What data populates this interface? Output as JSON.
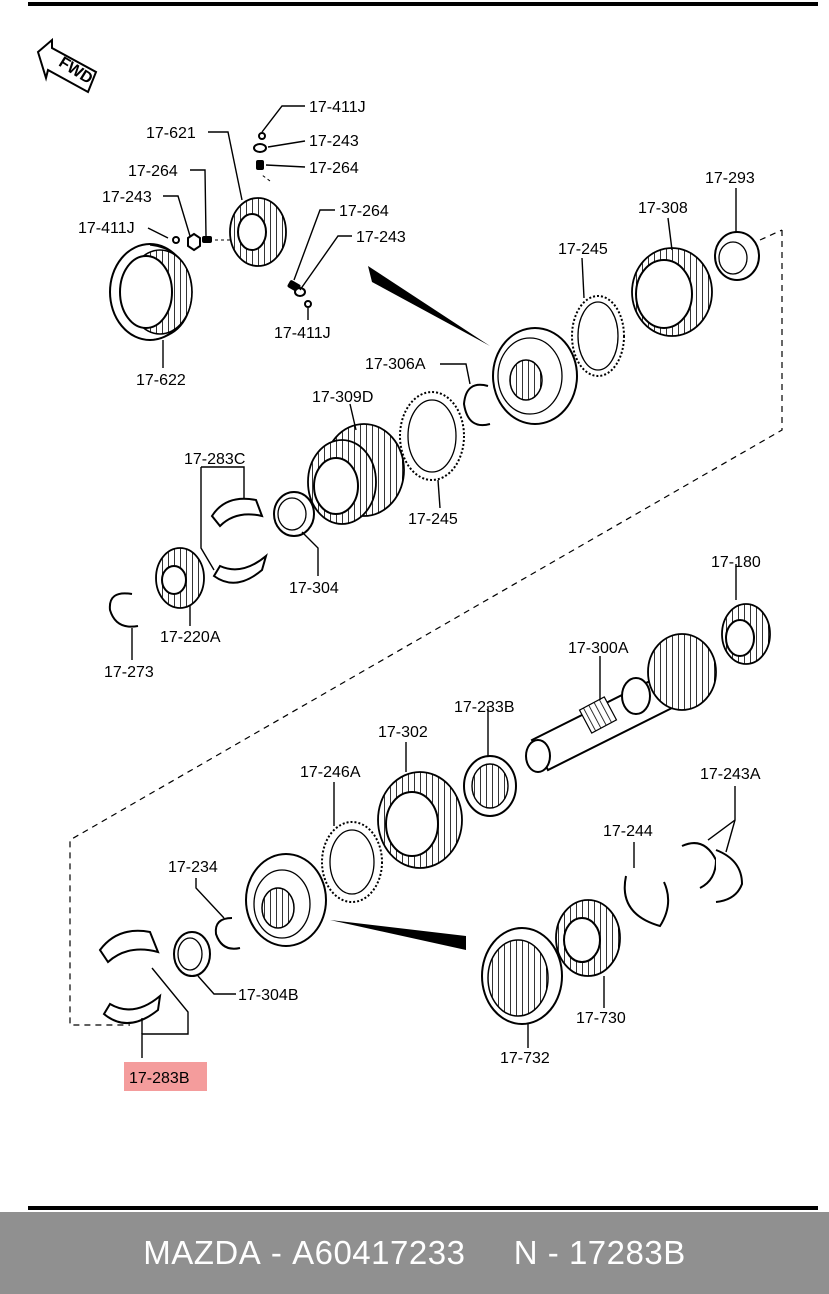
{
  "fwd_label": "FWD",
  "highlight_color": "#f28b8b",
  "parts": {
    "p_411j_top": "17-411J",
    "p_243_top": "17-243",
    "p_264_top": "17-264",
    "p_621": "17-621",
    "p_264_left": "17-264",
    "p_243_left": "17-243",
    "p_411j_left": "17-411J",
    "p_264_mid": "17-264",
    "p_243_mid": "17-243",
    "p_411j_bottom": "17-411J",
    "p_622": "17-622",
    "p_293": "17-293",
    "p_308": "17-308",
    "p_245_top": "17-245",
    "p_306a": "17-306A",
    "p_309d": "17-309D",
    "p_245_bottom": "17-245",
    "p_283c": "17-283C",
    "p_304": "17-304",
    "p_220a": "17-220A",
    "p_273": "17-273",
    "p_180": "17-180",
    "p_300a": "17-300A",
    "p_233b": "17-233B",
    "p_302": "17-302",
    "p_246a": "17-246A",
    "p_243a": "17-243A",
    "p_244": "17-244",
    "p_234": "17-234",
    "p_304b": "17-304B",
    "p_730": "17-730",
    "p_732": "17-732",
    "p_283b": "17-283B"
  },
  "footer": {
    "brand": "MAZDA",
    "sep1": " - ",
    "part_number": "A60417233",
    "gap": "     ",
    "prefix": "N",
    "sep2": " - ",
    "code": "17283B"
  }
}
